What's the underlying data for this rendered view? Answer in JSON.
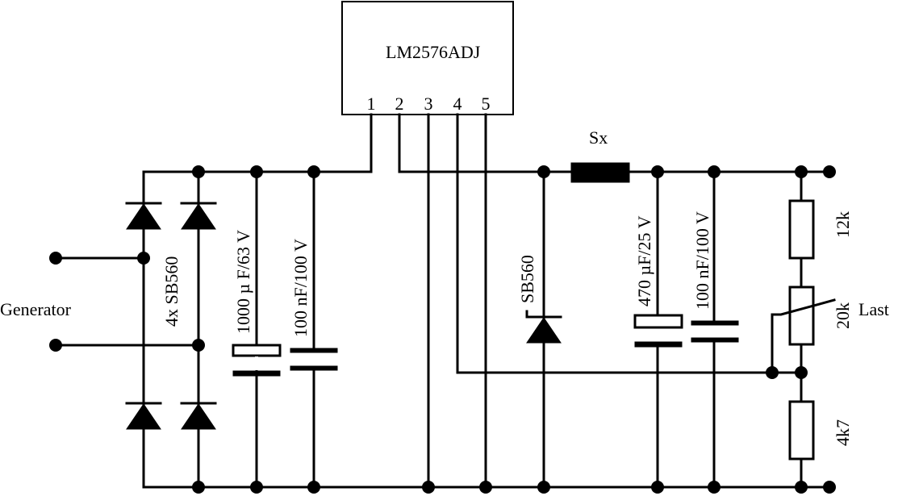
{
  "ic": {
    "part": "LM2576ADJ",
    "pins": [
      "1",
      "2",
      "3",
      "4",
      "5"
    ]
  },
  "labels": {
    "generator": "Generator",
    "bridge": "4x SB560",
    "c1": "1000  µ F/63 V",
    "c2": "100 nF/100 V",
    "diode": "SB560",
    "inductor": "Sx",
    "c3": "470 µF/25 V",
    "c4": "100 nF/100 V",
    "r1": "12k",
    "pot": "20k",
    "r2": "4k7",
    "load": "Last"
  }
}
